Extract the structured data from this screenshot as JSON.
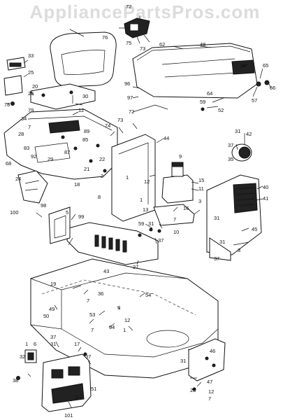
{
  "watermark": "AppliancePartsPros.com",
  "labels": {
    "l1": "1",
    "l2": "2",
    "l3": "3",
    "l5": "5",
    "l6": "6",
    "l7": "7",
    "l8": "8",
    "l9": "9",
    "l10": "10",
    "l11": "11",
    "l12": "12",
    "l13": "13",
    "l15": "15",
    "l16": "16",
    "l17": "17",
    "l18": "18",
    "l19": "19",
    "l20": "20",
    "l21": "21",
    "l22": "22",
    "l24": "24",
    "l25": "25",
    "l26": "26",
    "l27": "27",
    "l28": "28",
    "l29": "29",
    "l30": "30",
    "l31": "31",
    "l32": "32",
    "l33": "33",
    "l34": "34",
    "l35": "35",
    "l36": "36",
    "l37": "37",
    "l38": "38",
    "l40": "40",
    "l41": "41",
    "l42": "42",
    "l43": "43",
    "l44": "44",
    "l45": "45",
    "l46": "46",
    "l47": "47",
    "l48": "48",
    "l49": "49",
    "l50": "50",
    "l51": "51",
    "l52": "52",
    "l53": "53",
    "l54": "54",
    "l57": "57",
    "l58": "58",
    "l59": "59",
    "l62": "62",
    "l64": "64",
    "l65": "65",
    "l66": "66",
    "l68": "68",
    "l72": "72",
    "l73": "73",
    "l74": "74",
    "l75": "75",
    "l76": "76",
    "l78": "78",
    "l79": "79",
    "l83": "83",
    "l85": "85",
    "l87": "87",
    "l89": "89",
    "l92": "92",
    "l94": "94",
    "l96": "96",
    "l97": "97",
    "l98": "98",
    "l99": "99",
    "l100": "100",
    "l101": "101"
  }
}
